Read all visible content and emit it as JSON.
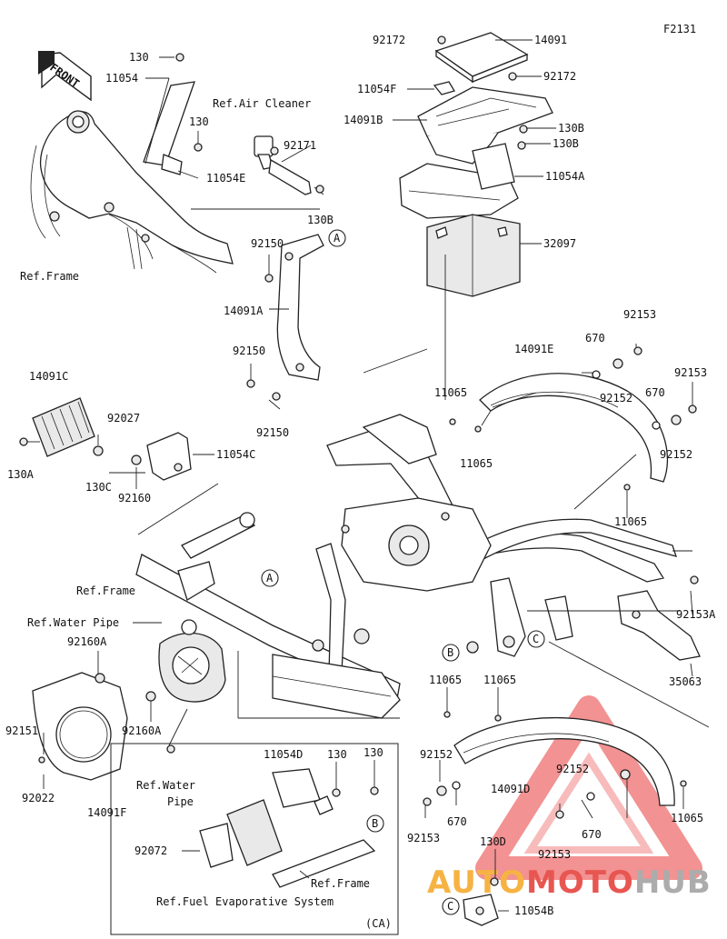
{
  "diagram_code": "F2131",
  "front_arrow_text": "FRONT",
  "callouts": {
    "A": "A",
    "B": "B",
    "C": "C"
  },
  "labels": {
    "130_top": "130",
    "11054_top": "11054",
    "ref_air_cleaner": "Ref.Air Cleaner",
    "130_mid": "130",
    "11054E": "11054E",
    "92171": "92171",
    "130B_left": "130B",
    "ref_frame_top": "Ref.Frame",
    "92172_a": "92172",
    "14091": "14091",
    "92172_b": "92172",
    "11054F": "11054F",
    "14091B": "14091B",
    "130B_r1": "130B",
    "130B_r2": "130B",
    "11054A": "11054A",
    "32097": "32097",
    "92150_a": "92150",
    "14091A": "14091A",
    "92150_b": "92150",
    "92150_c": "92150",
    "14091C": "14091C",
    "92027": "92027",
    "11054C": "11054C",
    "130A": "130A",
    "130C": "130C",
    "92160": "92160",
    "92153_a": "92153",
    "670_a": "670",
    "14091E": "14091E",
    "11065_a": "11065",
    "92152_a": "92152",
    "92153_b": "92153",
    "670_b": "670",
    "11065_b": "11065",
    "92152_b": "92152",
    "11065_c": "11065",
    "ref_frame_mid": "Ref.Frame",
    "ref_water_pipe_top": "Ref.Water Pipe",
    "92160A_a": "92160A",
    "92151": "92151",
    "92160A_b": "92160A",
    "92022": "92022",
    "14091F": "14091F",
    "ref_water_pipe_bot": "Ref.Water\nPipe",
    "92153A": "92153A",
    "35063": "35063",
    "11065_d": "11065",
    "11065_e": "11065",
    "92152_c": "92152",
    "14091D": "14091D",
    "92152_d": "92152",
    "670_c": "670",
    "92153_c": "92153",
    "670_d": "670",
    "92153_d": "92153",
    "11065_f": "11065",
    "11054D": "11054D",
    "130_box_a": "130",
    "130_box_b": "130",
    "92072": "92072",
    "ref_frame_box": "Ref.Frame",
    "ref_fuel_evap": "Ref.Fuel Evaporative System",
    "ca": "(CA)",
    "130D": "130D",
    "11054B": "11054B"
  },
  "watermark": {
    "part1": "AUTO",
    "part2": "MOTO",
    "part3": "HUB",
    "color_orange": "#f5a623",
    "color_red": "#e53935",
    "color_gray": "#9e9e9e"
  }
}
